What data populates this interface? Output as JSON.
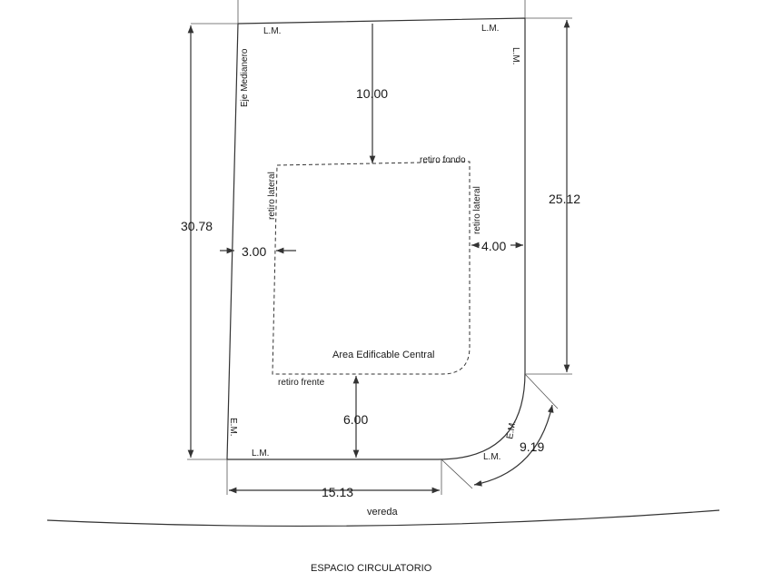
{
  "labels": {
    "lm_top_left": "L.M.",
    "lm_top_right": "L.M.",
    "lm_right_side": "L.M.",
    "eje_medianero": "Eje Medianero",
    "em_left": "E.M.",
    "lm_bottom": "L.M.",
    "em_curve": "E.M.",
    "lm_curve": "L.M.",
    "retiro_fondo": "retiro fondo",
    "retiro_lateral_left": "retiro lateral",
    "retiro_lateral_right": "retiro lateral",
    "retiro_frente": "retiro frente",
    "area_edificable": "Area Edificable Central",
    "vereda": "vereda",
    "espacio_circulatorio": "ESPACIO CIRCULATORIO"
  },
  "dimensions": {
    "top_setback": "10.00",
    "left_height": "30.78",
    "right_height": "25.12",
    "left_setback": "3.00",
    "right_setback": "4.00",
    "front_setback": "6.00",
    "bottom_width": "15.13",
    "curve_length": "9.19"
  }
}
